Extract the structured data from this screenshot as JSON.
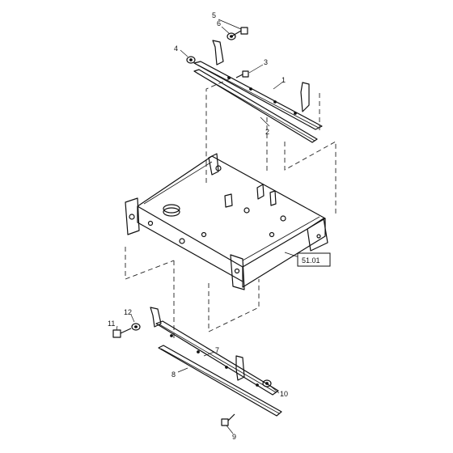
{
  "callouts": [
    {
      "label": "5"
    },
    {
      "label": "6"
    },
    {
      "label": "4"
    },
    {
      "label": "3"
    },
    {
      "label": "1"
    },
    {
      "label": "2"
    },
    {
      "label": "12"
    },
    {
      "label": "11"
    },
    {
      "label": "7"
    },
    {
      "label": "8"
    },
    {
      "label": "10"
    },
    {
      "label": "9"
    }
  ],
  "reference_box": {
    "label": "51.01"
  }
}
